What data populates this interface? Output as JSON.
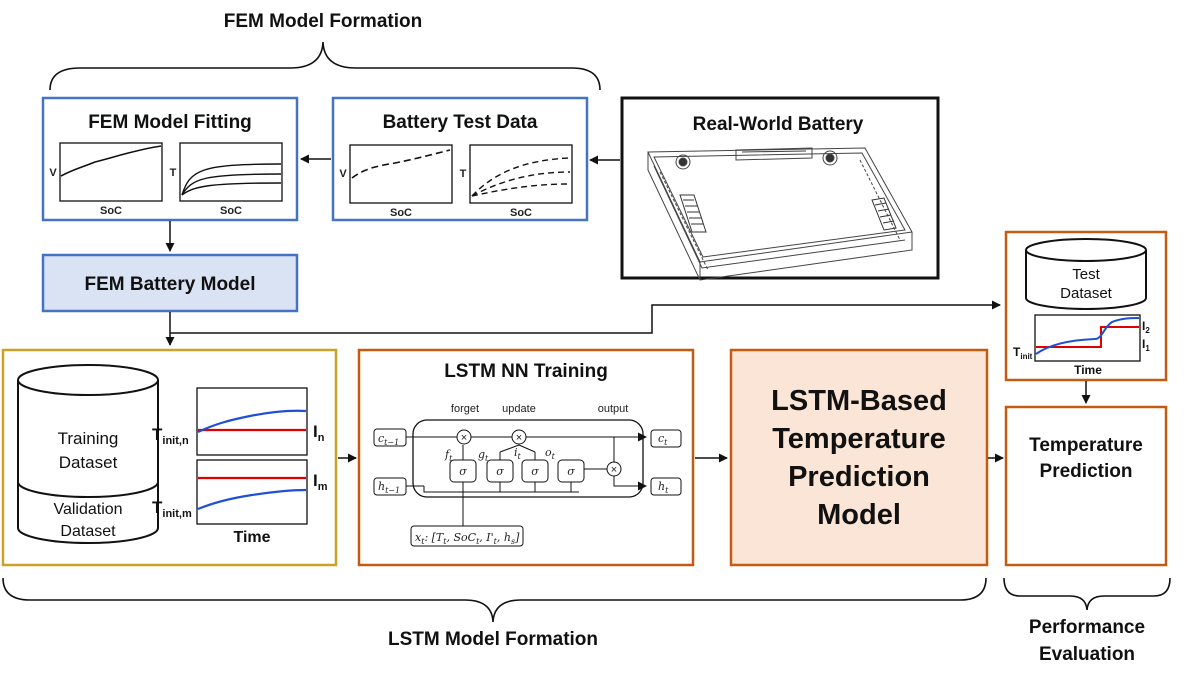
{
  "brackets": {
    "fem_formation": "FEM Model Formation",
    "lstm_formation": "LSTM Model Formation",
    "performance_line1": "Performance",
    "performance_line2": "Evaluation"
  },
  "fem_fitting": {
    "title": "FEM Model Fitting",
    "plot1": {
      "ylabel": "V",
      "xlabel": "SoC"
    },
    "plot2": {
      "ylabel": "T",
      "xlabel": "SoC"
    }
  },
  "battery_test": {
    "title": "Battery  Test Data",
    "plot1": {
      "ylabel": "V",
      "xlabel": "SoC"
    },
    "plot2": {
      "ylabel": "T",
      "xlabel": "SoC"
    }
  },
  "real_world": {
    "title": "Real-World Battery"
  },
  "fem_model": {
    "title": "FEM Battery  Model"
  },
  "training_box": {
    "cyl_top": "Training",
    "cyl_top2": "Dataset",
    "cyl_bottom": "Validation",
    "cyl_bottom2": "Dataset",
    "t_init_n": "T",
    "t_init_n_sub": "init,n",
    "i_n": "I",
    "i_n_sub": "n",
    "t_init_m": "T",
    "t_init_m_sub": "init,m",
    "i_m": "I",
    "i_m_sub": "m",
    "time_label": "Time"
  },
  "lstm_training": {
    "title": "LSTM NN Training",
    "forget": "forget",
    "update": "update",
    "output": "output",
    "c_prev": "c",
    "c_prev_sub": "t−1",
    "h_prev": "h",
    "h_prev_sub": "t−1",
    "c_t": "c",
    "c_t_sub": "t",
    "h_t": "h",
    "h_t_sub": "t",
    "f_t": "f",
    "g_t": "g",
    "i_t": "i",
    "o_t": "o",
    "gate_sub": "t",
    "sigma": "σ",
    "times": "×",
    "input": "x",
    "input_sub": "t",
    "input_rest": ": [T",
    "input_rest2": ", SoC",
    "input_rest3": ", I'",
    "input_rest4": ", h",
    "input_rest5": "]",
    "input_sub_s": "s"
  },
  "lstm_model": {
    "line1": "LSTM-Based",
    "line2": "Temperature",
    "line3": "Prediction",
    "line4": "Model"
  },
  "test_box": {
    "cyl_line1": "Test",
    "cyl_line2": "Dataset",
    "t_init": "T",
    "t_init_sub": "init",
    "i2": "I",
    "i2_sub": "2",
    "i1": "I",
    "i1_sub": "1",
    "time_label": "Time"
  },
  "temp_pred": {
    "line1": "Temperature",
    "line2": "Prediction"
  },
  "colors": {
    "blue_border": "#4472c4",
    "fem_fill": "#dae3f3",
    "gold_border": "#c9a227",
    "orange_border": "#c55a11",
    "lstm_fill": "#fbe5d6",
    "red_line": "#e00000",
    "blue_line": "#1f4fd6"
  }
}
